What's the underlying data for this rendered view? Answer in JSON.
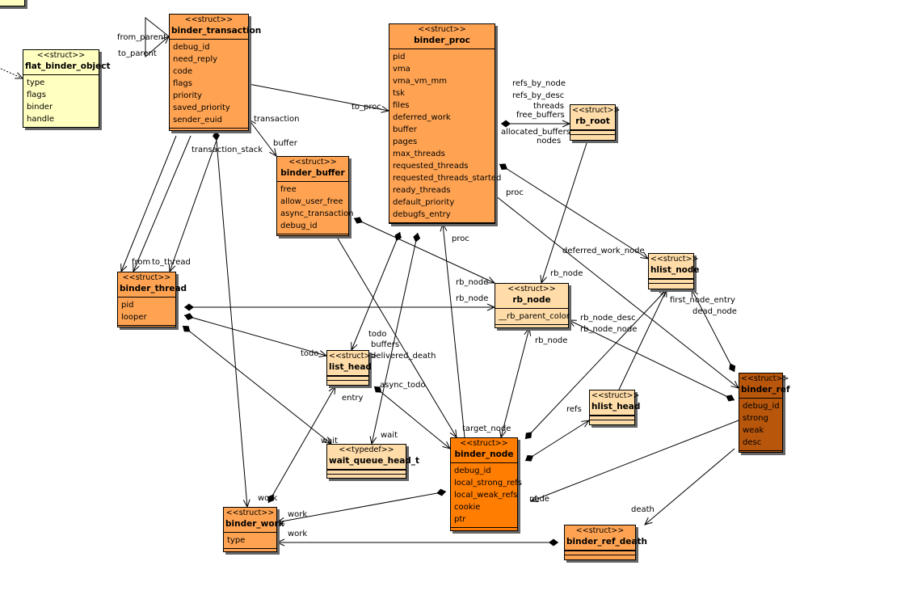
{
  "diagram": {
    "colors": {
      "struct_light": "#ffffc0",
      "struct_pale": "#ffdca8",
      "struct_medium": "#ffa352",
      "struct_strong": "#ff7d00",
      "struct_dark": "#b8560b"
    },
    "boxes": {
      "corner": {
        "stereotype": "",
        "name": "",
        "fields": []
      },
      "flat_binder_object": {
        "stereotype": "<<struct>>",
        "name": "flat_binder_object",
        "fields": [
          "type",
          "flags",
          "binder",
          "handle"
        ]
      },
      "binder_transaction": {
        "stereotype": "<<struct>>",
        "name": "binder_transaction",
        "fields": [
          "debug_id",
          "need_reply",
          "code",
          "flags",
          "priority",
          "saved_priority",
          "sender_euid"
        ]
      },
      "binder_proc": {
        "stereotype": "<<struct>>",
        "name": "binder_proc",
        "fields": [
          "pid",
          "vma",
          "vma_vm_mm",
          "tsk",
          "files",
          "deferred_work",
          "buffer",
          "pages",
          "max_threads",
          "requested_threads",
          "requested_threads_started",
          "ready_threads",
          "default_priority",
          "debugfs_entry"
        ]
      },
      "rb_root": {
        "stereotype": "<<struct>>",
        "name": "rb_root",
        "fields": []
      },
      "binder_buffer": {
        "stereotype": "<<struct>>",
        "name": "binder_buffer",
        "fields": [
          "free",
          "allow_user_free",
          "async_transaction",
          "debug_id"
        ]
      },
      "hlist_node": {
        "stereotype": "<<struct>>",
        "name": "hlist_node",
        "fields": []
      },
      "binder_thread": {
        "stereotype": "<<struct>>",
        "name": "binder_thread",
        "fields": [
          "pid",
          "looper"
        ]
      },
      "rb_node": {
        "stereotype": "<<struct>>",
        "name": "rb_node",
        "fields": [
          "__rb_parent_color"
        ]
      },
      "list_head": {
        "stereotype": "<<struct>>",
        "name": "list_head",
        "fields": []
      },
      "binder_ref": {
        "stereotype": "<<struct>>",
        "name": "binder_ref",
        "fields": [
          "debug_id",
          "strong",
          "weak",
          "desc"
        ]
      },
      "hlist_head": {
        "stereotype": "<<struct>>",
        "name": "hlist_head",
        "fields": []
      },
      "wait_queue_head_t": {
        "stereotype": "<<typedef>>",
        "name": "wait_queue_head_t",
        "fields": []
      },
      "binder_node": {
        "stereotype": "<<struct>>",
        "name": "binder_node",
        "fields": [
          "debug_id",
          "local_strong_refs",
          "local_weak_refs",
          "cookie",
          "ptr"
        ]
      },
      "binder_work": {
        "stereotype": "<<struct>>",
        "name": "binder_work",
        "fields": [
          "type"
        ]
      },
      "binder_ref_death": {
        "stereotype": "<<struct>>",
        "name": "binder_ref_death",
        "fields": []
      }
    },
    "edge_labels": [
      "from_parent",
      "to_parent",
      "to_proc",
      "transaction",
      "transaction_stack",
      "buffer",
      "refs_by_node",
      "refs_by_desc",
      "threads",
      "free_buffers",
      "allocated_buffers",
      "nodes",
      "proc",
      "proc",
      "deferred_work_node",
      "from",
      "to_thread",
      "rb_node",
      "rb_node",
      "rb_node",
      "first_node_entry",
      "dead_node",
      "rb_node_desc",
      "rb_node_node",
      "todo",
      "todo",
      "buffers",
      "delivered_death",
      "rb_node",
      "async_todo",
      "entry",
      "refs",
      "target_node",
      "wait",
      "wait",
      "work",
      "work",
      "work",
      "node",
      "death"
    ]
  }
}
